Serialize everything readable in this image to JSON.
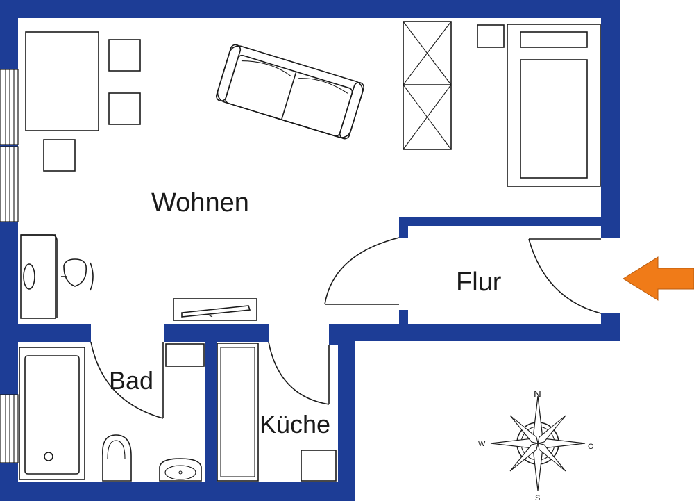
{
  "rooms": {
    "wohnen": "Wohnen",
    "flur": "Flur",
    "bad": "Bad",
    "kueche": "Küche"
  },
  "compass": {
    "north": "N",
    "east": "O",
    "south": "S",
    "west": "W"
  },
  "colors": {
    "wall": "#1d3d96",
    "entrance_arrow": "#f07b18",
    "line": "#1a1a1a"
  },
  "icons": {
    "entrance": "arrow-left-icon",
    "compass": "compass-rose-icon"
  }
}
